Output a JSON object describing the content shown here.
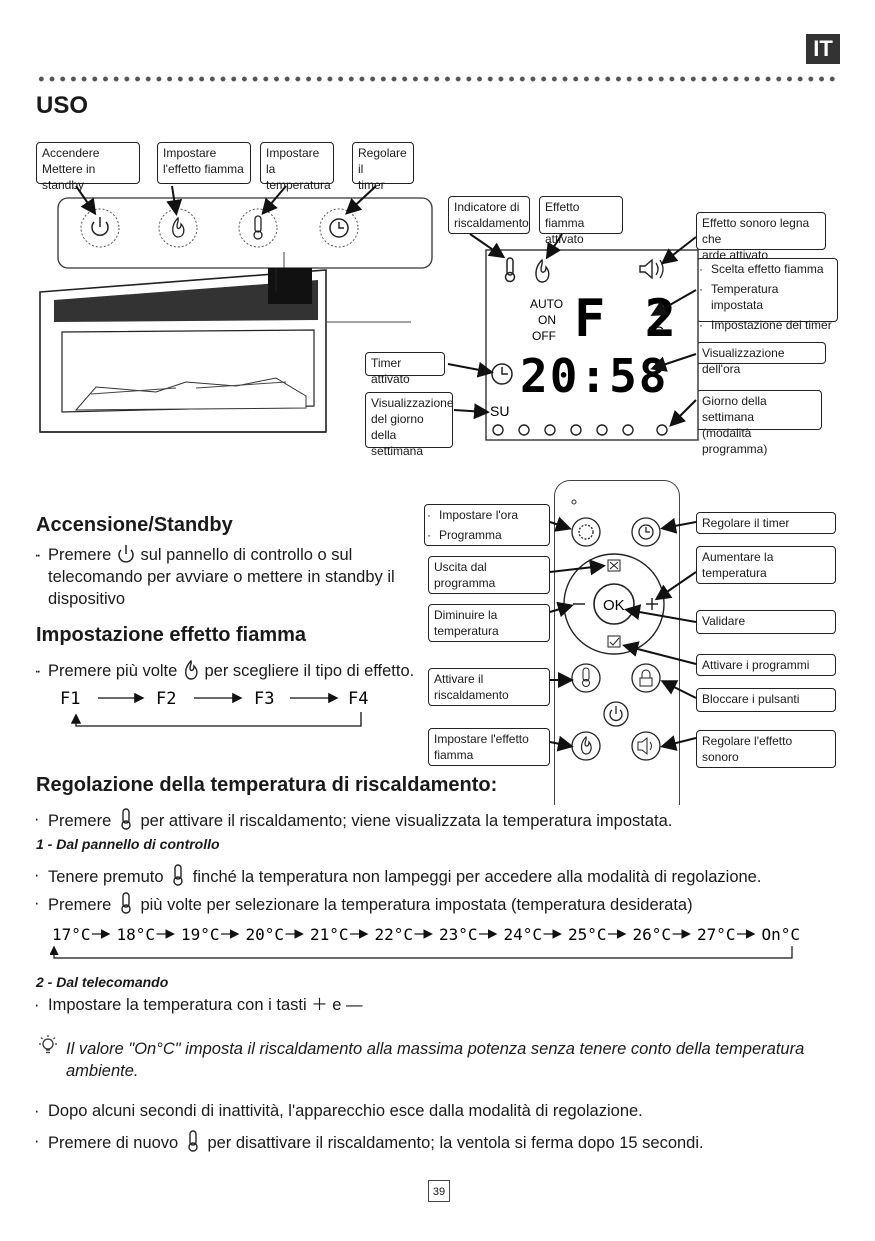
{
  "page": {
    "lang_tag": "IT",
    "title": "USO",
    "page_number": "39"
  },
  "panel_labels": {
    "power": "Accendere\nMettere in standby",
    "flame": "Impostare\nl'effetto fiamma",
    "temp": "Impostare la\ntemperatura",
    "timer": "Regolare il\ntimer"
  },
  "display": {
    "labels": {
      "heat_indicator": "Indicatore di\nriscaldamento",
      "flame_active": "Effetto fiamma\nattivato",
      "wood_sound": "Effetto sonoro legna che\narde attivato",
      "choices": [
        "Scelta effetto fiamma",
        "Temperatura impostata",
        "Impostazione del timer"
      ],
      "clock_display": "Visualizzazione dell'ora",
      "timer_active": "Timer attivato",
      "weekday_display": "Visualizzazione\ndel giorno della\nsettimana",
      "weekday_program": "Giorno della settimana\n(modalità programma)"
    },
    "lcd": {
      "auto": "AUTO",
      "on": "ON",
      "off": "OFF",
      "segment_text": "F 2",
      "unit": "°C",
      "time_text": "20:58",
      "day": "SU"
    }
  },
  "remote": {
    "labels": {
      "set_clock": [
        "Impostare l'ora",
        "Programma"
      ],
      "exit_program": "Uscita dal\nprogramma",
      "decrease_temp": "Diminuire la\ntemperatura",
      "activate_heat": "Attivare il\nriscaldamento",
      "set_flame": "Impostare l'effetto\nfiamma",
      "set_timer": "Regolare il timer",
      "increase_temp": "Aumentare la\ntemperatura",
      "validate": "Validare",
      "activate_programs": "Attivare i programmi",
      "lock_buttons": "Bloccare i pulsanti",
      "set_sound": "Regolare l'effetto\nsonoro"
    },
    "ok": "OK"
  },
  "sections": {
    "standby": {
      "heading": "Accensione/Standby",
      "p_before": "Premere",
      "p_after": "sul pannello di controllo o sul telecomando per avviare o mettere in standby il dispositivo"
    },
    "flame": {
      "heading": "Impostazione effetto fiamma",
      "p_before": "Premere più volte",
      "p_after": "per scegliere il tipo di effetto.",
      "sequence": [
        "F1",
        "F2",
        "F3",
        "F4"
      ]
    },
    "temp": {
      "heading": "Regolazione della temperatura di riscaldamento:",
      "p1_before": "Premere",
      "p1_after": "per attivare il riscaldamento; viene visualizzata la temperatura impostata.",
      "sub1": "1 -  Dal pannello di controllo",
      "p2_before": "Tenere premuto",
      "p2_after": "finché la temperatura non lampeggi per accedere alla modalità di regolazione.",
      "p3_before": "Premere",
      "p3_after": "più volte per selezionare la temperatura impostata (temperatura desiderata)",
      "sequence": [
        "17°C",
        "18°C",
        "19°C",
        "20°C",
        "21°C",
        "22°C",
        "23°C",
        "24°C",
        "25°C",
        "26°C",
        "27°C",
        "On°C"
      ],
      "sub2": "2 - Dal telecomando",
      "p4": "Impostare la temperatura con i tasti ＋ e —",
      "note": "Il valore \"On°C\" imposta il riscaldamento alla massima potenza senza tenere conto della temperatura ambiente.",
      "p5": "Dopo alcuni secondi di inattività, l'apparecchio esce dalla modalità di regolazione.",
      "p6_before": "Premere di nuovo",
      "p6_after": "per disattivare il riscaldamento; la ventola si ferma dopo 15 secondi."
    }
  }
}
